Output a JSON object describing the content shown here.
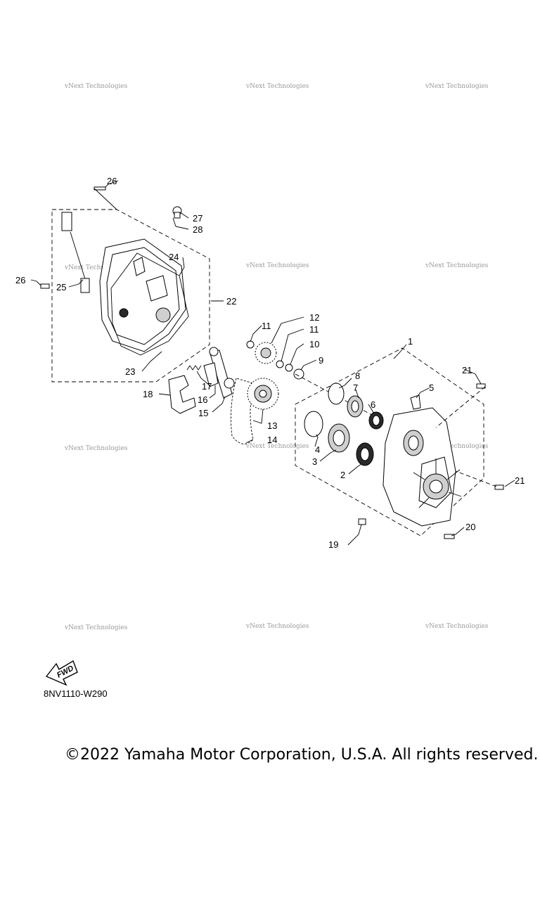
{
  "diagram": {
    "code": "8NV1110-W290",
    "copyright": "©2022 Yamaha Motor Corporation, U.S.A. All rights reserved.",
    "fwd_label": "FWD",
    "watermark": "vNext Technologies",
    "callouts": {
      "c1": "1",
      "c2": "2",
      "c3": "3",
      "c4": "4",
      "c5": "5",
      "c6": "6",
      "c7": "7",
      "c8": "8",
      "c9": "9",
      "c10": "10",
      "c11a": "11",
      "c11b": "11",
      "c12": "12",
      "c13": "13",
      "c14": "14",
      "c15": "15",
      "c16": "16",
      "c17": "17",
      "c18": "18",
      "c19": "19",
      "c20": "20",
      "c21a": "21",
      "c21b": "21",
      "c22": "22",
      "c23": "23",
      "c24": "24",
      "c25": "25",
      "c26a": "26",
      "c26b": "26",
      "c27": "27",
      "c28": "28"
    }
  }
}
